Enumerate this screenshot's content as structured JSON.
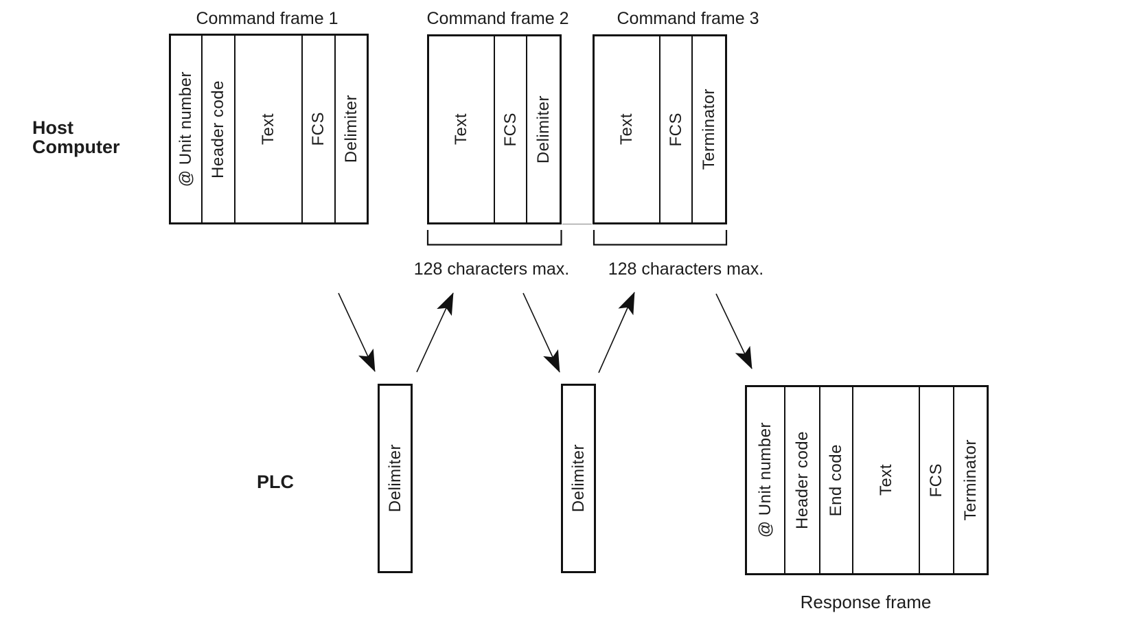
{
  "host": {
    "label": "Host\nComputer"
  },
  "plc": {
    "label": "PLC"
  },
  "frames": [
    {
      "title": "Command frame 1",
      "cells": [
        "@ Unit number",
        "Header code",
        "Text",
        "FCS",
        "Delimiter"
      ]
    },
    {
      "title": "Command frame 2",
      "cells": [
        "Text",
        "FCS",
        "Delimiter"
      ],
      "max_note": "128 characters max."
    },
    {
      "title": "Command frame 3",
      "cells": [
        "Text",
        "FCS",
        "Terminator"
      ],
      "max_note": "128 characters max."
    }
  ],
  "plc_row": {
    "delimiter_boxes": [
      "Delimiter",
      "Delimiter"
    ],
    "response_frame": {
      "title": "Response frame",
      "cells": [
        "@ Unit number",
        "Header code",
        "End code",
        "Text",
        "FCS",
        "Terminator"
      ]
    }
  },
  "colors": {
    "ink": "#1c1c1c",
    "line": "#111111",
    "connector": "#a6a6a6",
    "background": "#ffffff"
  }
}
